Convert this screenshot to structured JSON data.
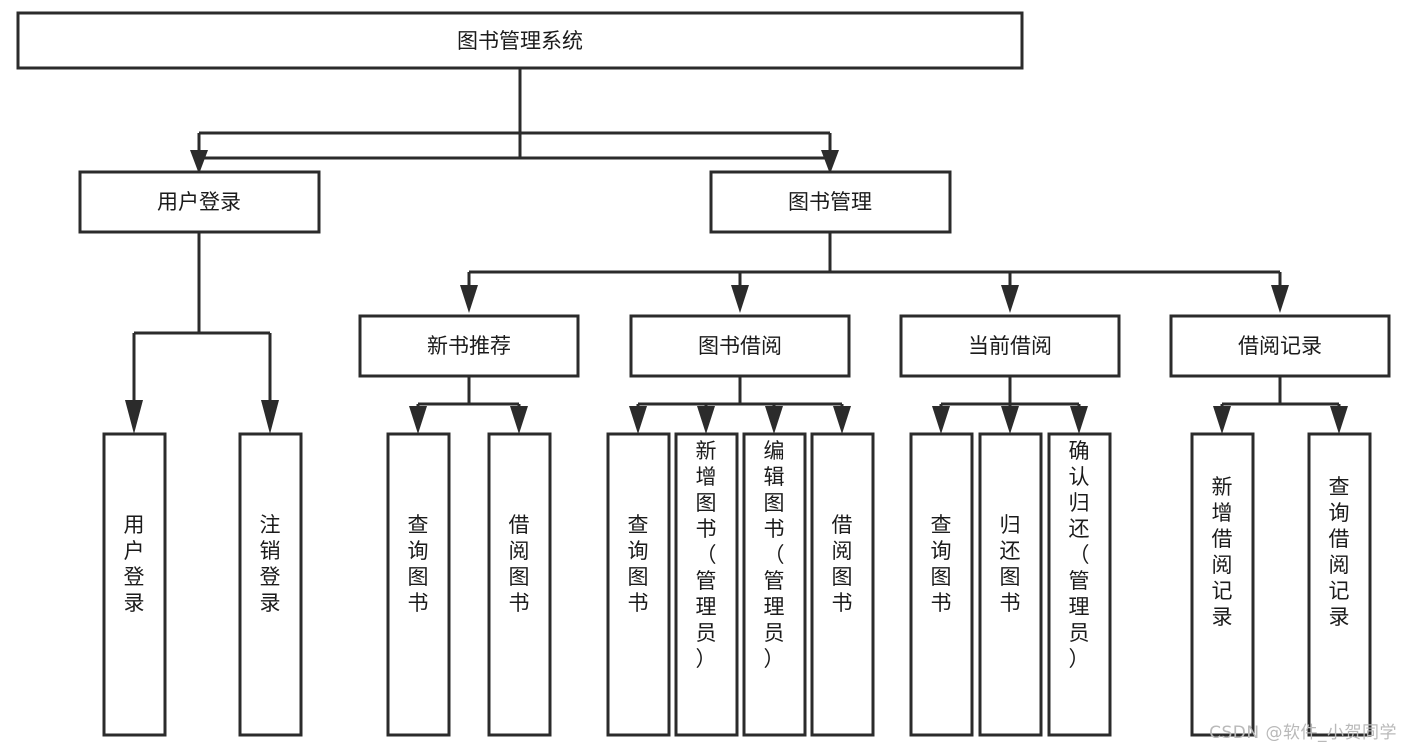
{
  "diagram": {
    "type": "tree-hierarchy",
    "title": "图书管理系统",
    "background_color": "#ffffff",
    "stroke_color": "#2b2b2b",
    "text_color": "#1b1b1b",
    "watermark": "CSDN @软件_小贺同学",
    "levels": [
      {
        "level": 1,
        "nodes": [
          {
            "id": "root",
            "label": "图书管理系统",
            "orientation": "horizontal"
          }
        ]
      },
      {
        "level": 2,
        "nodes": [
          {
            "id": "user-login",
            "label": "用户登录",
            "orientation": "horizontal",
            "parent": "root"
          },
          {
            "id": "book-manage",
            "label": "图书管理",
            "orientation": "horizontal",
            "parent": "root"
          }
        ]
      },
      {
        "level": 3,
        "nodes": [
          {
            "id": "new-book-rec",
            "label": "新书推荐",
            "orientation": "horizontal",
            "parent": "book-manage"
          },
          {
            "id": "book-borrow",
            "label": "图书借阅",
            "orientation": "horizontal",
            "parent": "book-manage"
          },
          {
            "id": "current-borrow",
            "label": "当前借阅",
            "orientation": "horizontal",
            "parent": "book-manage"
          },
          {
            "id": "borrow-record",
            "label": "借阅记录",
            "orientation": "horizontal",
            "parent": "book-manage"
          }
        ]
      },
      {
        "level": 4,
        "nodes": [
          {
            "id": "leaf-user-login",
            "label": "用户登录",
            "orientation": "vertical",
            "parent": "user-login"
          },
          {
            "id": "leaf-logout",
            "label": "注销登录",
            "orientation": "vertical",
            "parent": "user-login"
          },
          {
            "id": "leaf-query-book-1",
            "label": "查询图书",
            "orientation": "vertical",
            "parent": "new-book-rec"
          },
          {
            "id": "leaf-borrow-book-1",
            "label": "借阅图书",
            "orientation": "vertical",
            "parent": "new-book-rec"
          },
          {
            "id": "leaf-query-book-2",
            "label": "查询图书",
            "orientation": "vertical",
            "parent": "book-borrow"
          },
          {
            "id": "leaf-add-book",
            "label": "新增图书（管理员）",
            "orientation": "vertical",
            "parent": "book-borrow"
          },
          {
            "id": "leaf-edit-book",
            "label": "编辑图书（管理员）",
            "orientation": "vertical",
            "parent": "book-borrow"
          },
          {
            "id": "leaf-borrow-book-2",
            "label": "借阅图书",
            "orientation": "vertical",
            "parent": "book-borrow"
          },
          {
            "id": "leaf-query-book-3",
            "label": "查询图书",
            "orientation": "vertical",
            "parent": "current-borrow"
          },
          {
            "id": "leaf-return-book",
            "label": "归还图书",
            "orientation": "vertical",
            "parent": "current-borrow"
          },
          {
            "id": "leaf-confirm-return",
            "label": "确认归还（管理员）",
            "orientation": "vertical",
            "parent": "current-borrow"
          },
          {
            "id": "leaf-add-record",
            "label": "新增借阅记录",
            "orientation": "vertical",
            "parent": "borrow-record"
          },
          {
            "id": "leaf-query-record",
            "label": "查询借阅记录",
            "orientation": "vertical",
            "parent": "borrow-record"
          }
        ]
      }
    ]
  }
}
